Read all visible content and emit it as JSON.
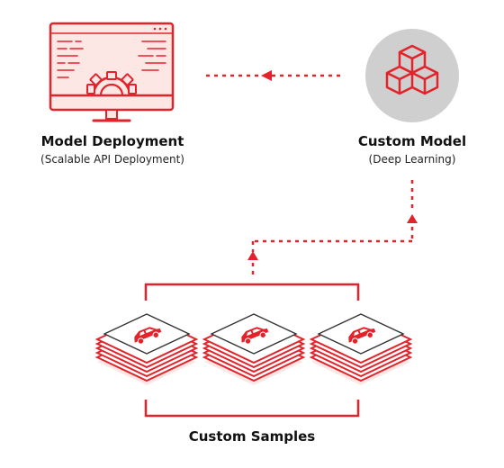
{
  "nodes": {
    "deployment": {
      "title": "Model Deployment",
      "subtitle": "(Scalable API Deployment)"
    },
    "model": {
      "title": "Custom Model",
      "subtitle": "(Deep Learning)"
    },
    "samples": {
      "title": "Custom Samples"
    }
  },
  "icons": {
    "deployment": "monitor-gear-icon",
    "model": "cubes-icon",
    "sample": "car-image-stack-icon"
  },
  "colors": {
    "accent": "#e3222a",
    "accent_light": "#fde7e4",
    "circle": "#cfcfcf"
  }
}
